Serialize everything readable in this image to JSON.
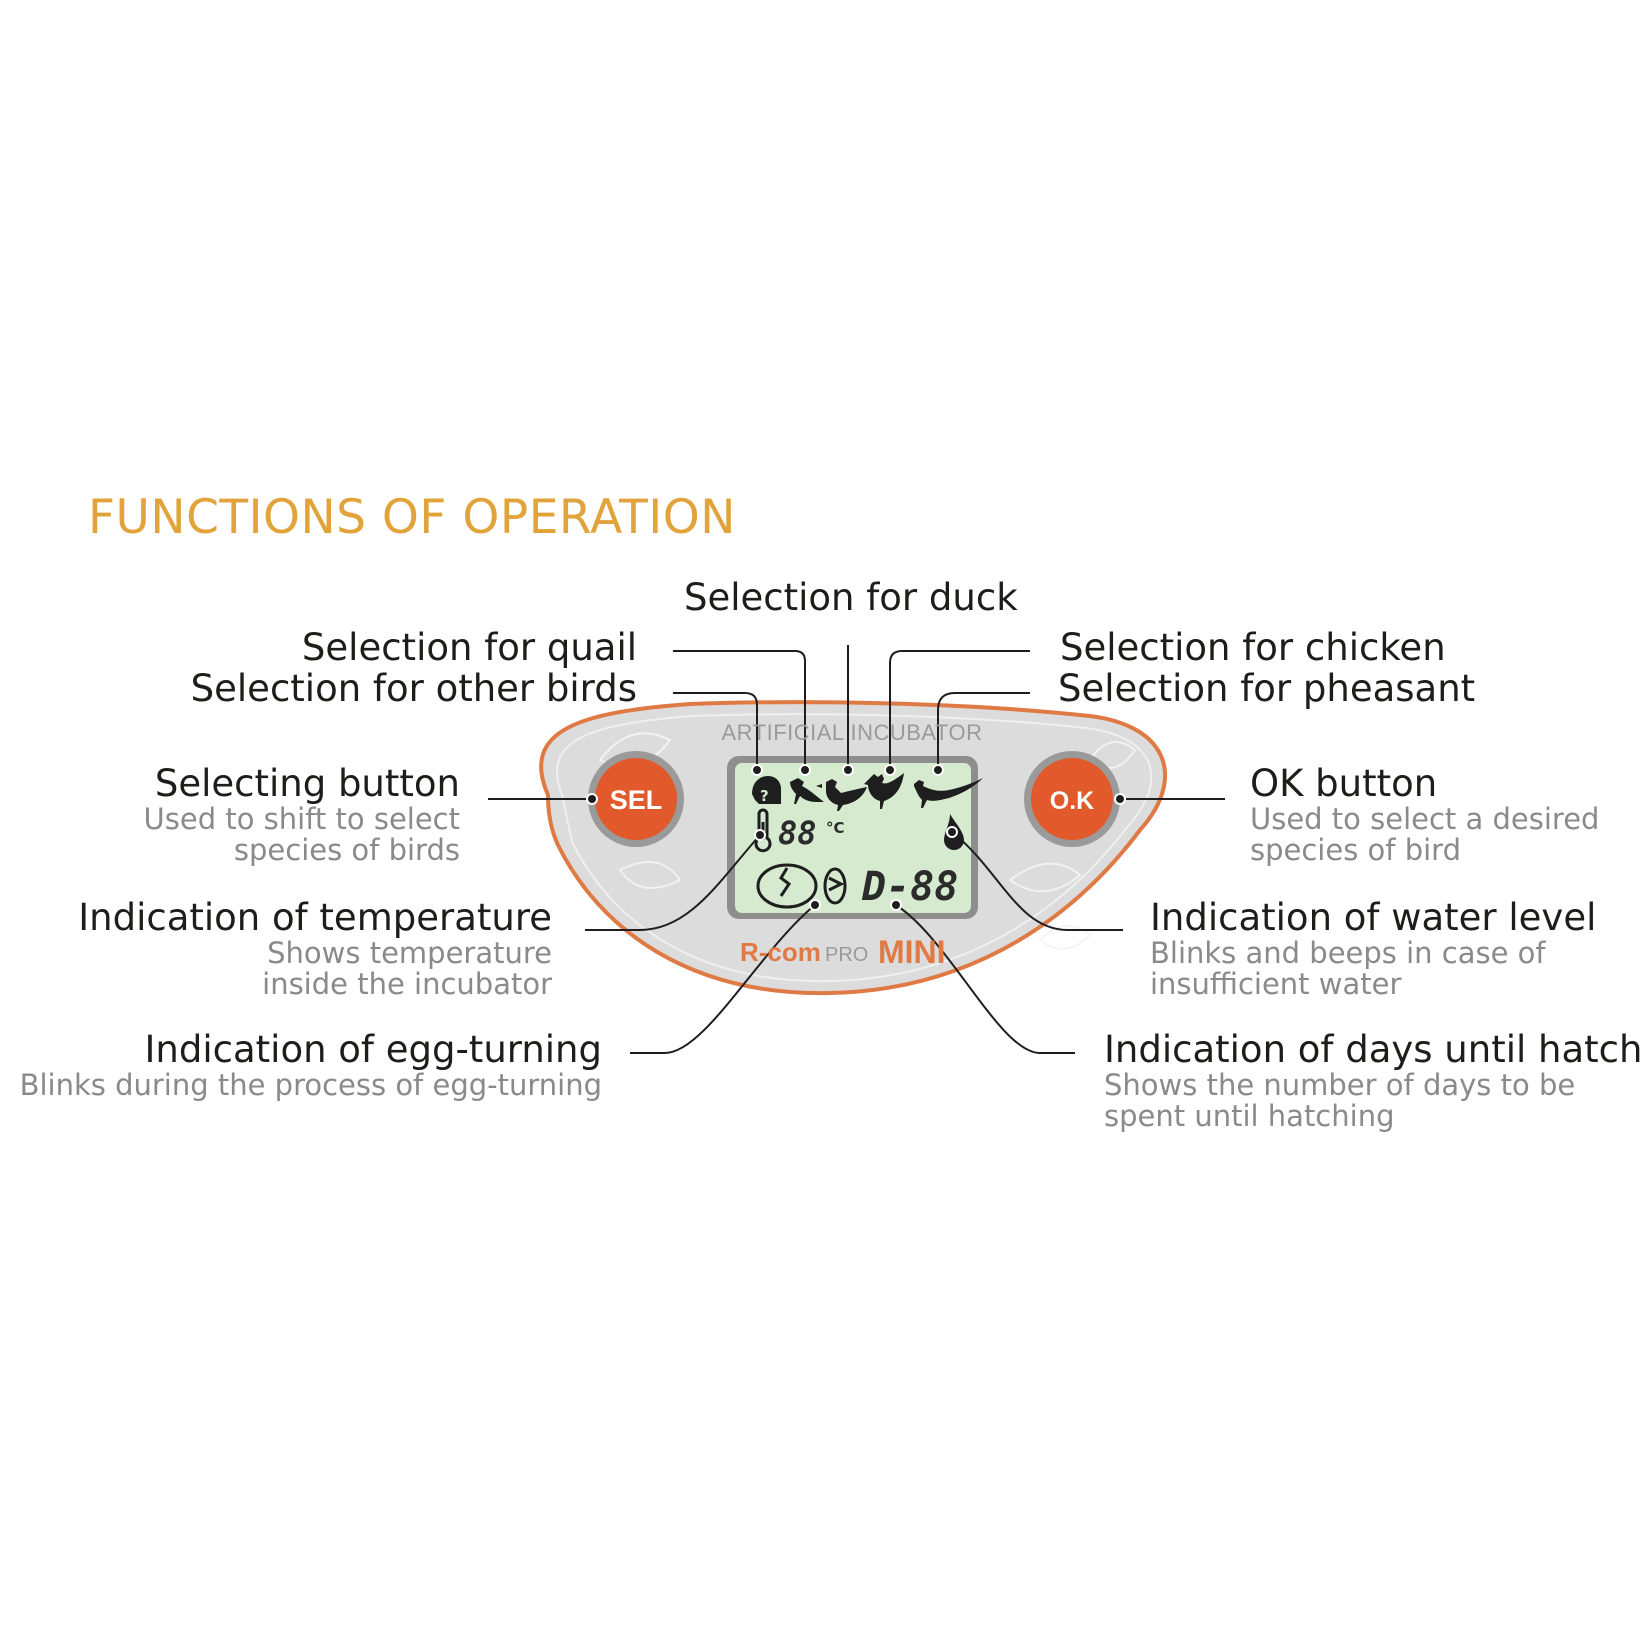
{
  "title": "FUNCTIONS OF OPERATION",
  "colors": {
    "accent": "#e3a33b",
    "button": "#e2592b",
    "panel": "#dcdcdc",
    "lcd": "#d6ead0",
    "rim": "#e07a45"
  },
  "panel": {
    "caption": "ARTIFICIAL INCUBATOR",
    "brand_prefix": "R-com",
    "brand_pro": "PRO",
    "brand_model": "MINI",
    "sel_label": "SEL",
    "ok_label": "O.K",
    "lcd_temp": "88",
    "lcd_unit": "°C",
    "lcd_days": "D-88"
  },
  "labels": {
    "duck": "Selection for duck",
    "quail": "Selection for quail",
    "other_birds": "Selection for other birds",
    "chicken": "Selection for chicken",
    "pheasant": "Selection for pheasant",
    "sel_button": {
      "title": "Selecting button",
      "line1": "Used to shift to select",
      "line2": "species of birds"
    },
    "ok_button": {
      "title": "OK button",
      "line1": "Used to select a desired",
      "line2": "species of bird"
    },
    "temperature": {
      "title": "Indication of temperature",
      "line1": "Shows temperature",
      "line2": "inside the incubator"
    },
    "water": {
      "title": "Indication of water level",
      "line1": "Blinks and beeps in case of",
      "line2": "insufficient water"
    },
    "egg_turning": {
      "title": "Indication of egg-turning",
      "line1": "Blinks during the process of egg-turning"
    },
    "days": {
      "title": "Indication of days until hatch",
      "line1": "Shows the number of days to be",
      "line2": "spent until hatching"
    }
  },
  "icons": [
    "other-bird-icon",
    "quail-icon",
    "duck-icon",
    "chicken-icon",
    "pheasant-icon",
    "thermometer-icon",
    "water-drop-icon",
    "egg-icon",
    "rotation-icon"
  ]
}
